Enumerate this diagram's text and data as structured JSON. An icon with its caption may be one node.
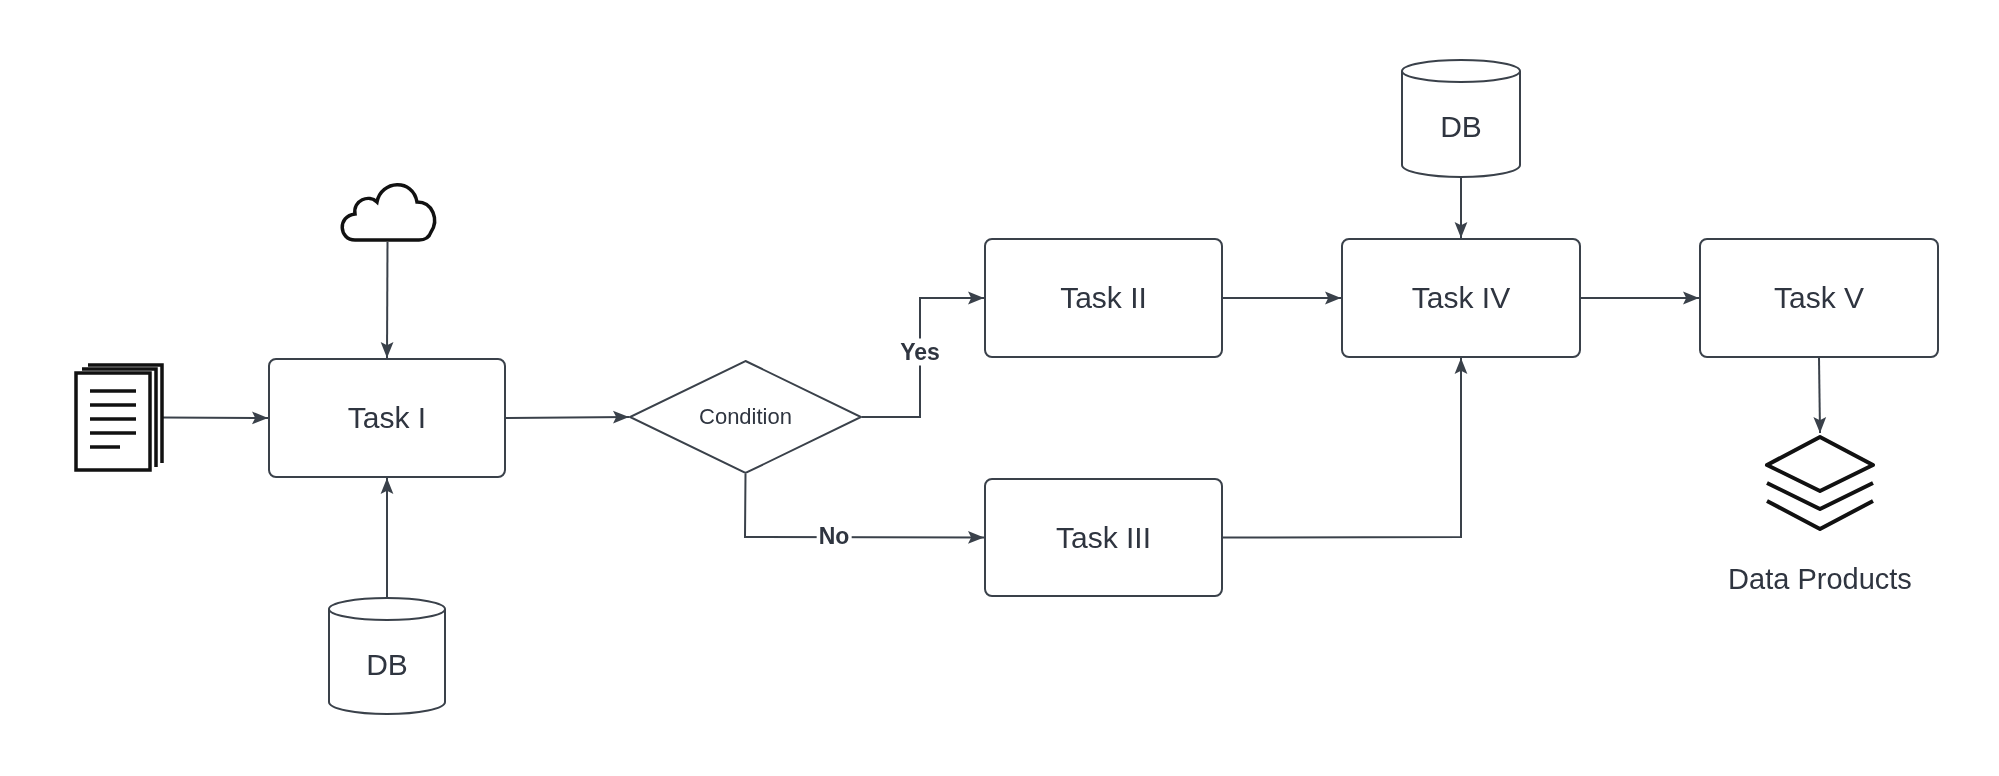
{
  "diagram": {
    "nodes": [
      {
        "text": [],
        "shape": "cloud"
      },
      {
        "text": [],
        "shape": "picture"
      },
      {
        "text": [
          "Task I"
        ]
      },
      {
        "text": [
          "DB"
        ]
      },
      {
        "text": [
          "Condition"
        ]
      },
      {
        "text": [
          "Task II"
        ]
      },
      {
        "text": [
          "Task III"
        ]
      },
      {
        "text": [
          "DB"
        ]
      },
      {
        "text": [
          "Task IV"
        ]
      },
      {
        "text": [
          "Task V"
        ]
      },
      {
        "text": [],
        "shape": "picture",
        "beside": [
          "Data Products"
        ]
      }
    ],
    "edges": [
      {
        "from": 1,
        "to": 2,
        "arrow": "to"
      },
      {
        "from": 0,
        "to": 2,
        "arrow": "to"
      },
      {
        "from": 3,
        "to": 2,
        "arrow": "to"
      },
      {
        "from": 2,
        "to": 4,
        "arrow": "to"
      },
      {
        "from": 4,
        "to": 5,
        "arrow": "to",
        "label": "Yes"
      },
      {
        "from": 4,
        "to": 6,
        "arrow": "to",
        "label": "No"
      },
      {
        "from": 5,
        "to": 8,
        "arrow": "to"
      },
      {
        "from": 6,
        "to": 8,
        "arrow": "to"
      },
      {
        "from": 7,
        "to": 8,
        "arrow": "to"
      },
      {
        "from": 8,
        "to": 9,
        "arrow": "to"
      },
      {
        "from": 9,
        "to": 10,
        "arrow": "to"
      }
    ]
  }
}
